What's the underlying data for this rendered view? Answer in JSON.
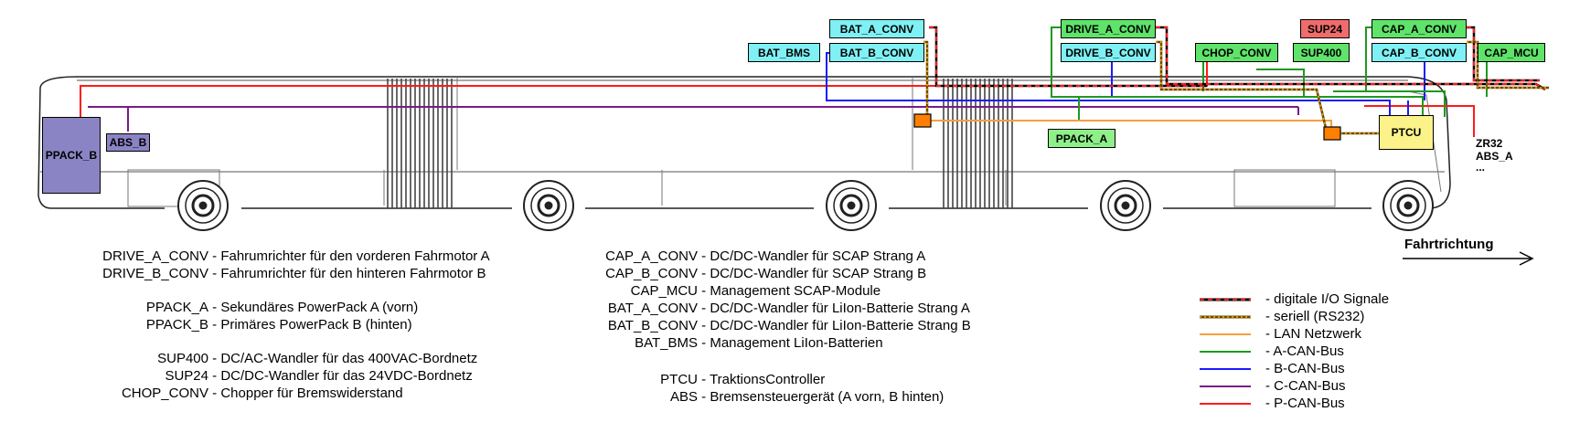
{
  "diagram": {
    "modules": {
      "bat_a_conv": "BAT_A_CONV",
      "bat_b_conv": "BAT_B_CONV",
      "bat_bms": "BAT_BMS",
      "drive_a_conv": "DRIVE_A_CONV",
      "drive_b_conv": "DRIVE_B_CONV",
      "chop_conv": "CHOP_CONV",
      "sup24": "SUP24",
      "sup400": "SUP400",
      "cap_a_conv": "CAP_A_CONV",
      "cap_b_conv": "CAP_B_CONV",
      "cap_mcu": "CAP_MCU",
      "ptcu": "PTCU",
      "ppack_a": "PPACK_A",
      "ppack_b": "PPACK_B",
      "abs_b": "ABS_B"
    },
    "side_labels": [
      "ZR32",
      "ABS_A",
      "..."
    ],
    "direction_label": "Fahrtrichtung",
    "colors": {
      "cyan_box": "#7ff0f4",
      "green_box": "#5fe36a",
      "light_green_box": "#8ff08a",
      "red_box": "#f06b6b",
      "yellow_box": "#fbf28a",
      "purple_box": "#8b84c4",
      "a_can": "#1e9a1e",
      "b_can": "#1a1aff",
      "c_can": "#7a1a8a",
      "p_can": "#ff1a1a",
      "lan": "#f5a040",
      "rs232": "#c87800",
      "digital_io": "#ff1a1a",
      "switch": "#ff8000"
    }
  },
  "glossary_left": [
    {
      "abbr": "DRIVE_A_CONV",
      "desc": "- Fahrumrichter für den vorderen Fahrmotor A"
    },
    {
      "abbr": "DRIVE_B_CONV",
      "desc": "- Fahrumrichter für den hinteren Fahrmotor B"
    },
    {
      "abbr": "PPACK_A",
      "desc": "- Sekundäres PowerPack A (vorn)"
    },
    {
      "abbr": "PPACK_B",
      "desc": "- Primäres PowerPack B (hinten)"
    },
    {
      "abbr": "SUP400",
      "desc": "- DC/AC-Wandler für das 400VAC-Bordnetz"
    },
    {
      "abbr": "SUP24",
      "desc": "- DC/DC-Wandler für das 24VDC-Bordnetz"
    },
    {
      "abbr": "CHOP_CONV",
      "desc": "- Chopper für Bremswiderstand"
    }
  ],
  "glossary_right": [
    {
      "abbr": "CAP_A_CONV",
      "desc": "- DC/DC-Wandler für SCAP Strang A"
    },
    {
      "abbr": "CAP_B_CONV",
      "desc": "- DC/DC-Wandler für SCAP Strang B"
    },
    {
      "abbr": "CAP_MCU",
      "desc": "- Management SCAP-Module"
    },
    {
      "abbr": "BAT_A_CONV",
      "desc": "- DC/DC-Wandler für LiIon-Batterie Strang A"
    },
    {
      "abbr": "BAT_B_CONV",
      "desc": "- DC/DC-Wandler für LiIon-Batterie Strang B"
    },
    {
      "abbr": "BAT_BMS",
      "desc": "- Management LiIon-Batterien"
    },
    {
      "abbr": "PTCU",
      "desc": "- TraktionsController"
    },
    {
      "abbr": "ABS",
      "desc": "- Bremsensteuergerät (A vorn, B hinten)"
    }
  ],
  "legend": [
    {
      "key": "digital",
      "label": "- digitale I/O Signale"
    },
    {
      "key": "serial",
      "label": "- seriell (RS232)"
    },
    {
      "key": "lan",
      "label": "- LAN Netzwerk"
    },
    {
      "key": "acan",
      "label": "- A-CAN-Bus"
    },
    {
      "key": "bcan",
      "label": "- B-CAN-Bus"
    },
    {
      "key": "ccan",
      "label": "- C-CAN-Bus"
    },
    {
      "key": "pcan",
      "label": "- P-CAN-Bus"
    }
  ]
}
